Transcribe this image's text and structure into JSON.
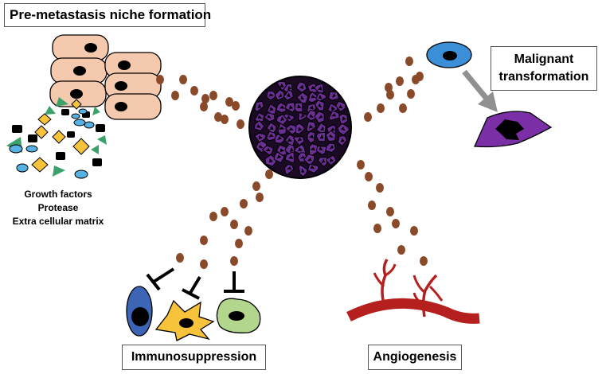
{
  "labels": {
    "niche": "Pre-metastasis niche formation",
    "malignant_line1": "Malignant",
    "malignant_line2": "transformation",
    "immuno": "Immunosuppression",
    "angio": "Angiogenesis"
  },
  "factors": [
    "Growth factors",
    "Protease",
    "Extra cellular matrix"
  ],
  "colors": {
    "vesicle": "#8a4a2a",
    "tumor_fill": "#6a2f93",
    "epithelial_fill": "#f5c9ad",
    "blue_cell": "#3b8fd6",
    "yellow_cell": "#f7c33a",
    "green_cell": "#b2d68c",
    "purple_cell": "#7a2fa6",
    "vessel": "#b5201e",
    "arrow": "#909090",
    "triangle": "#3aa26a",
    "diamond": "#f7c33a",
    "oval": "#56b1e4"
  },
  "icons": [
    "tumor-icon",
    "epithelial-cells-icon",
    "growth-factor-triangle-icon",
    "protease-diamond-icon",
    "ecm-square-icon",
    "oval-molecule-icon",
    "blue-cell-icon",
    "purple-malignant-cell-icon",
    "immune-cell-icon",
    "inhibition-icon",
    "blood-vessel-icon",
    "transformation-arrow-icon"
  ]
}
